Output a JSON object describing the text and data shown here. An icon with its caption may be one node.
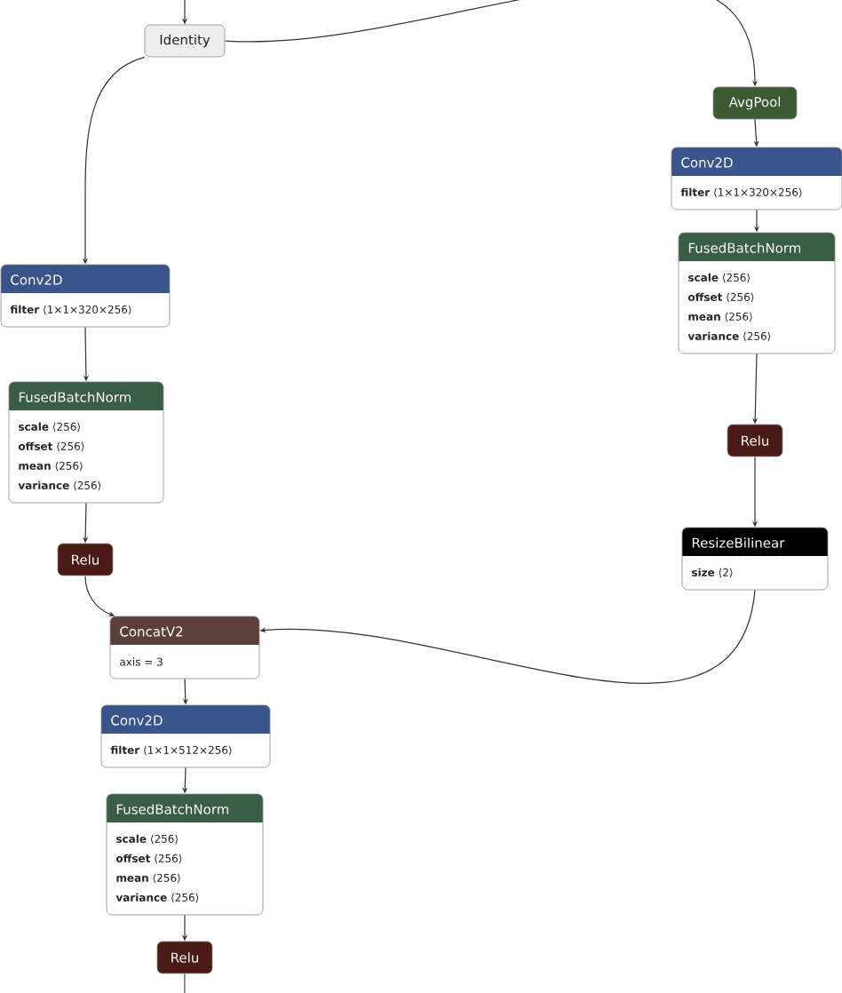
{
  "diagram": {
    "nodes": [
      {
        "text": [
          "Identity"
        ]
      },
      {
        "text": [
          "AvgPool"
        ]
      },
      {
        "text": [
          "Conv2D",
          "**filter** ⟨1×1×320×256⟩"
        ]
      },
      {
        "text": [
          "FusedBatchNorm",
          "**scale** ⟨256⟩",
          "**offset** ⟨256⟩",
          "**mean** ⟨256⟩",
          "**variance** ⟨256⟩"
        ]
      },
      {
        "text": [
          "Relu"
        ]
      },
      {
        "text": [
          "ResizeBilinear",
          "**size** ⟨2⟩"
        ]
      },
      {
        "text": [
          "Conv2D",
          "**filter** ⟨1×1×320×256⟩"
        ]
      },
      {
        "text": [
          "FusedBatchNorm",
          "**scale** ⟨256⟩",
          "**offset** ⟨256⟩",
          "**mean** ⟨256⟩",
          "**variance** ⟨256⟩"
        ]
      },
      {
        "text": [
          "Relu"
        ]
      },
      {
        "text": [
          "ConcatV2",
          "axis = 3"
        ]
      },
      {
        "text": [
          "Conv2D",
          "**filter** ⟨1×1×512×256⟩"
        ]
      },
      {
        "text": [
          "FusedBatchNorm",
          "**scale** ⟨256⟩",
          "**offset** ⟨256⟩",
          "**mean** ⟨256⟩",
          "**variance** ⟨256⟩"
        ]
      },
      {
        "text": [
          "Relu"
        ]
      }
    ],
    "edges": [
      {
        "from": null,
        "to": 0,
        "arrow": "to"
      },
      {
        "from": 0,
        "to": 6,
        "arrow": "to"
      },
      {
        "from": 0,
        "to": 1,
        "arrow": "to"
      },
      {
        "from": 1,
        "to": 2,
        "arrow": "to"
      },
      {
        "from": 2,
        "to": 3,
        "arrow": "to"
      },
      {
        "from": 3,
        "to": 4,
        "arrow": "to"
      },
      {
        "from": 4,
        "to": 5,
        "arrow": "to"
      },
      {
        "from": 6,
        "to": 7,
        "arrow": "to"
      },
      {
        "from": 7,
        "to": 8,
        "arrow": "to"
      },
      {
        "from": 8,
        "to": 9,
        "arrow": "to"
      },
      {
        "from": 5,
        "to": 9,
        "arrow": "to"
      },
      {
        "from": 9,
        "to": 10,
        "arrow": "to"
      },
      {
        "from": 10,
        "to": 11,
        "arrow": "to"
      },
      {
        "from": 11,
        "to": 12,
        "arrow": "to"
      },
      {
        "from": 12,
        "to": null,
        "arrow": "none"
      }
    ]
  }
}
